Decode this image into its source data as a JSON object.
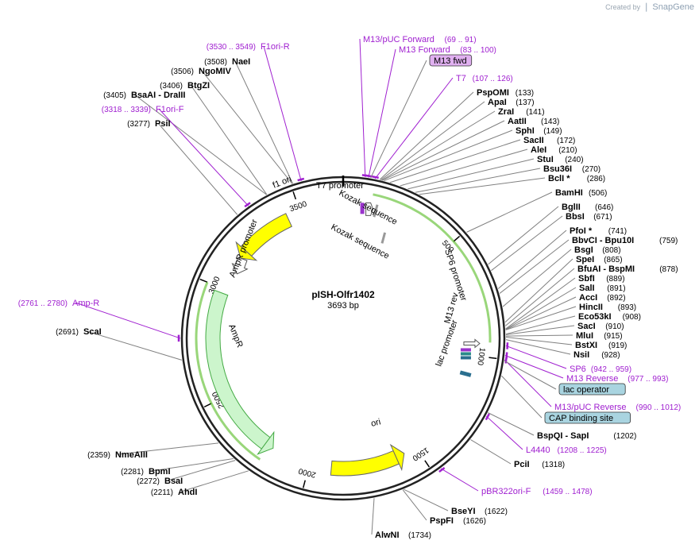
{
  "header": {
    "created_by": "Created by",
    "brand": "SnapGene"
  },
  "plasmid": {
    "name": "pISH-Olfr1402",
    "size_label": "3693 bp",
    "length": 3693
  },
  "ticks": [
    {
      "bp": 500,
      "label": "500"
    },
    {
      "bp": 1000,
      "label": "1000"
    },
    {
      "bp": 1500,
      "label": "1500"
    },
    {
      "bp": 2000,
      "label": "2000"
    },
    {
      "bp": 2500,
      "label": "2500"
    },
    {
      "bp": 3000,
      "label": "3000"
    },
    {
      "bp": 3500,
      "label": "3500"
    }
  ],
  "enzymes": [
    {
      "name": "PspOMI",
      "pos": "(133)",
      "bp": 133
    },
    {
      "name": "ApaI",
      "pos": "(137)",
      "bp": 137
    },
    {
      "name": "ZraI",
      "pos": "(141)",
      "bp": 141
    },
    {
      "name": "AatII",
      "pos": "(143)",
      "bp": 143
    },
    {
      "name": "SphI",
      "pos": "(149)",
      "bp": 149
    },
    {
      "name": "SacII",
      "pos": "(172)",
      "bp": 172
    },
    {
      "name": "AleI",
      "pos": "(210)",
      "bp": 210
    },
    {
      "name": "StuI",
      "pos": "(240)",
      "bp": 240
    },
    {
      "name": "Bsu36I",
      "pos": "(270)",
      "bp": 270
    },
    {
      "name": "BclI *",
      "pos": "(286)",
      "bp": 286
    },
    {
      "name": "BamHI",
      "pos": "(506)",
      "bp": 506
    },
    {
      "name": "BglII",
      "pos": "(646)",
      "bp": 646
    },
    {
      "name": "BbsI",
      "pos": "(671)",
      "bp": 671
    },
    {
      "name": "PfoI *",
      "pos": "(741)",
      "bp": 741
    },
    {
      "name": "BbvCI  - Bpu10I",
      "pos": "(759)",
      "bp": 759
    },
    {
      "name": "BsgI",
      "pos": "(808)",
      "bp": 808
    },
    {
      "name": "SpeI",
      "pos": "(865)",
      "bp": 865
    },
    {
      "name": "BfuAI  - BspMI",
      "pos": "(878)",
      "bp": 878
    },
    {
      "name": "SbfI",
      "pos": "(889)",
      "bp": 889
    },
    {
      "name": "SalI",
      "pos": "(891)",
      "bp": 891
    },
    {
      "name": "AccI",
      "pos": "(892)",
      "bp": 892
    },
    {
      "name": "HincII",
      "pos": "(893)",
      "bp": 893
    },
    {
      "name": "Eco53kI",
      "pos": "(908)",
      "bp": 908
    },
    {
      "name": "SacI",
      "pos": "(910)",
      "bp": 910
    },
    {
      "name": "MluI",
      "pos": "(915)",
      "bp": 915
    },
    {
      "name": "BstXI",
      "pos": "(919)",
      "bp": 919
    },
    {
      "name": "NsiI",
      "pos": "(928)",
      "bp": 928
    },
    {
      "name": "BspQI  - SapI",
      "pos": "(1202)",
      "bp": 1202
    },
    {
      "name": "PciI",
      "pos": "(1318)",
      "bp": 1318
    },
    {
      "name": "BseYI",
      "pos": "(1622)",
      "bp": 1622
    },
    {
      "name": "PspFI",
      "pos": "(1626)",
      "bp": 1626
    },
    {
      "name": "AlwNI",
      "pos": "(1734)",
      "bp": 1734
    },
    {
      "name": "AhdI",
      "pos": "(2211)",
      "bp": 2211
    },
    {
      "name": "BsaI",
      "pos": "(2272)",
      "bp": 2272
    },
    {
      "name": "BpmI",
      "pos": "(2281)",
      "bp": 2281
    },
    {
      "name": "NmeAIII",
      "pos": "(2359)",
      "bp": 2359
    },
    {
      "name": "ScaI",
      "pos": "(2691)",
      "bp": 2691
    },
    {
      "name": "PsiI",
      "pos": "(3277)",
      "bp": 3277
    },
    {
      "name": "BsaAI  - DraIII",
      "pos": "(3405)",
      "bp": 3405
    },
    {
      "name": "BtgZI",
      "pos": "(3406)",
      "bp": 3406
    },
    {
      "name": "NgoMIV",
      "pos": "(3506)",
      "bp": 3506
    },
    {
      "name": "NaeI",
      "pos": "(3508)",
      "bp": 3508
    }
  ],
  "primers": [
    {
      "name": "M13/pUC Forward",
      "range": "(69 .. 91)",
      "bp": 80
    },
    {
      "name": "M13 Forward",
      "range": "(83 .. 100)",
      "bp": 92
    },
    {
      "name": "T7",
      "range": "(107 .. 126)",
      "bp": 116
    },
    {
      "name": "SP6",
      "range": "(942 .. 959)",
      "bp": 950
    },
    {
      "name": "M13 Reverse",
      "range": "(977 .. 993)",
      "bp": 985
    },
    {
      "name": "M13/pUC Reverse",
      "range": "(990 .. 1012)",
      "bp": 1001
    },
    {
      "name": "L4440",
      "range": "(1208 .. 1225)",
      "bp": 1216
    },
    {
      "name": "pBR322ori-F",
      "range": "(1459 .. 1478)",
      "bp": 1468
    },
    {
      "name": "Amp-R",
      "range": "(2761 .. 2780)",
      "bp": 2770
    },
    {
      "name": "F1ori-F",
      "range": "(3318 .. 3339)",
      "bp": 3328
    },
    {
      "name": "F1ori-R",
      "range": "(3530 .. 3549)",
      "bp": 3540
    }
  ],
  "boxed_features": [
    {
      "name": "M13 fwd",
      "bp": 100,
      "color": "#e0b0f0"
    },
    {
      "name": "lac operator",
      "bp": 1005,
      "color": "#a9d4e0"
    },
    {
      "name": "CAP binding site",
      "bp": 1060,
      "color": "#a9d4e0"
    }
  ],
  "arc_features": [
    {
      "name": "f1 ori",
      "start": 3300,
      "end": 3050,
      "color": "#ffff00"
    },
    {
      "name": "ori",
      "start": 1880,
      "end": 1490,
      "color": "#ffff00"
    },
    {
      "name": "AmpR",
      "start": 2960,
      "end": 2300,
      "color": "#ccf5cc"
    },
    {
      "name": "SP6 promoter",
      "start": 1000,
      "end": 900,
      "color": "#ffffff"
    },
    {
      "name": "M13 rev",
      "start": 1010,
      "end": 990,
      "color": "#ffffff"
    }
  ],
  "inner_labels": {
    "t7_promoter": "T7 promoter",
    "kozak_1": "Kozak sequence",
    "kozak_2": "Kozak sequence",
    "ampr_promoter": "AmpR promoter",
    "ampr": "AmpR",
    "f1_ori": "f1 ori",
    "ori": "ori",
    "sp6_promoter": "SP6 promoter",
    "m13_rev": "M13 rev",
    "lac_promoter": "lac promoter"
  },
  "colors": {
    "enzyme_line": "#808080",
    "primer": "#a020d0",
    "backbone": "#222222",
    "yellow": "#ffff00",
    "green_fill": "#ccf5cc",
    "green_outline": "#55bb22"
  }
}
